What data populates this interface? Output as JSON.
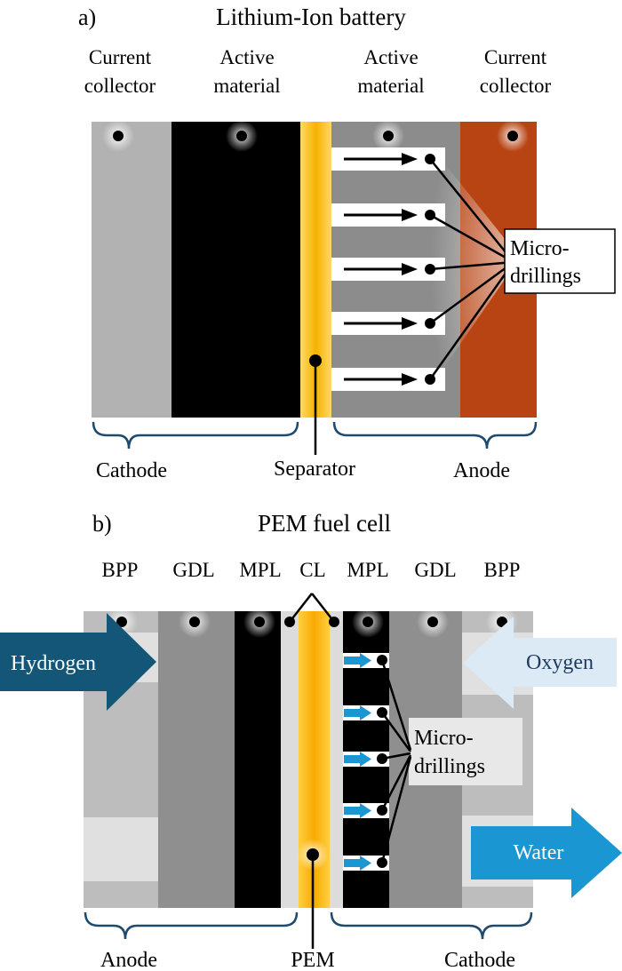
{
  "panel_a": {
    "letter": "a)",
    "title": "Lithium-Ion battery",
    "labels": {
      "cc_left_1": "Current",
      "cc_left_2": "collector",
      "am_left_1": "Active",
      "am_left_2": "material",
      "am_right_1": "Active",
      "am_right_2": "material",
      "cc_right_1": "Current",
      "cc_right_2": "collector",
      "micro_1": "Micro-",
      "micro_2": "drillings"
    },
    "bottom": {
      "cathode": "Cathode",
      "separator": "Separator",
      "anode": "Anode"
    }
  },
  "panel_b": {
    "letter": "b)",
    "title": "PEM fuel cell",
    "layers": {
      "bpp_left": "BPP",
      "gdl_left": "GDL",
      "mpl_left": "MPL",
      "cl": "CL",
      "mpl_right": "MPL",
      "gdl_right": "GDL",
      "bpp_right": "BPP"
    },
    "flows": {
      "hydrogen": "Hydrogen",
      "oxygen": "Oxygen",
      "water": "Water"
    },
    "micro_1": "Micro-",
    "micro_2": "drillings",
    "bottom": {
      "anode": "Anode",
      "pem": "PEM",
      "cathode": "Cathode"
    }
  },
  "colors": {
    "copper": "#b84414",
    "separator_yellow": "#fbb811",
    "dark_blue": "#135677",
    "light_blue": "#1a96d2",
    "pale_blue": "#dceaf5"
  }
}
